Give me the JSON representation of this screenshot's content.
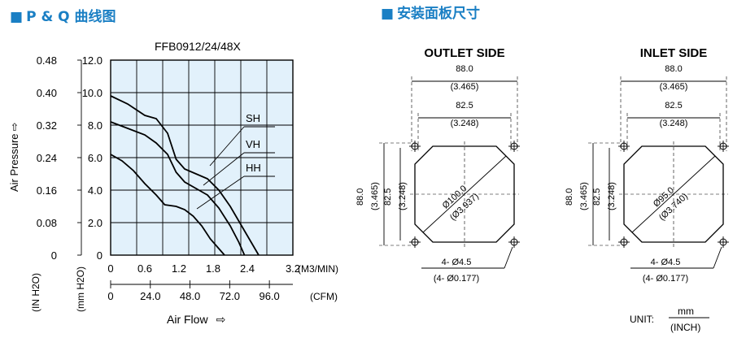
{
  "header_left": {
    "marker": "■",
    "text": "P & Q 曲线图"
  },
  "header_right": {
    "marker": "■",
    "text": "安装面板尺寸"
  },
  "chart_data": {
    "type": "line",
    "title": "FFB0912/24/48X",
    "ylabel": "Air Pressure",
    "xlabel": "Air Flow",
    "y_left_unit": "(IN H2O)",
    "y_right_unit": "(mm H2O)",
    "y_inh2o_ticks": [
      "0.48",
      "0.40",
      "0.32",
      "0.24",
      "0.16",
      "0.08",
      "0"
    ],
    "y_mmh2o_ticks": [
      "12.0",
      "10.0",
      "8.0",
      "6.0",
      "4.0",
      "2.0",
      "0"
    ],
    "x_m3_ticks": [
      "0",
      "0.6",
      "1.2",
      "1.8",
      "2.4",
      "3.2"
    ],
    "x_m3_unit": "(M3/MIN)",
    "x_cfm_ticks": [
      "0",
      "24.0",
      "48.0",
      "72.0",
      "96.0"
    ],
    "x_cfm_unit": "(CFM)",
    "xlim": [
      0,
      3.2
    ],
    "ylim": [
      0,
      12
    ],
    "grid": true,
    "series": [
      {
        "name": "SH",
        "x": [
          0,
          0.3,
          0.6,
          0.8,
          1.0,
          1.15,
          1.3,
          1.5,
          1.7,
          1.9,
          2.1,
          2.3,
          2.5,
          2.6
        ],
        "y": [
          9.8,
          9.3,
          8.6,
          8.4,
          7.5,
          5.9,
          5.3,
          5.0,
          4.7,
          4.0,
          3.0,
          1.8,
          0.6,
          0
        ]
      },
      {
        "name": "VH",
        "x": [
          0,
          0.3,
          0.6,
          0.8,
          1.0,
          1.15,
          1.3,
          1.5,
          1.7,
          1.9,
          2.1,
          2.25,
          2.35
        ],
        "y": [
          8.2,
          7.8,
          7.4,
          6.9,
          6.2,
          5.1,
          4.5,
          4.1,
          3.7,
          2.9,
          1.8,
          0.8,
          0
        ]
      },
      {
        "name": "HH",
        "x": [
          0,
          0.2,
          0.4,
          0.6,
          0.8,
          0.95,
          1.15,
          1.3,
          1.45,
          1.6,
          1.75,
          1.9,
          2.0
        ],
        "y": [
          6.2,
          5.8,
          5.2,
          4.4,
          3.7,
          3.1,
          3.0,
          2.8,
          2.4,
          1.8,
          1.0,
          0.4,
          0
        ]
      }
    ]
  },
  "outlet": {
    "title": "OUTLET SIDE",
    "overall": "88.0",
    "overall_in": "(3.465)",
    "pitch": "82.5",
    "pitch_in": "(3.248)",
    "dia": "Ø100.0",
    "dia_in": "(Ø3.937)",
    "hole": "4- Ø4.5",
    "hole_in": "(4- Ø0.177)"
  },
  "inlet": {
    "title": "INLET SIDE",
    "overall": "88.0",
    "overall_in": "(3.465)",
    "pitch": "82.5",
    "pitch_in": "(3.248)",
    "dia": "Ø95.0",
    "dia_in": "(Ø3.740)",
    "hole": "4- Ø4.5",
    "hole_in": "(4- Ø0.177)"
  },
  "unit": {
    "label": "UNIT:",
    "top": "mm",
    "bottom": "(INCH)"
  },
  "arrow_glyph": "⇨"
}
